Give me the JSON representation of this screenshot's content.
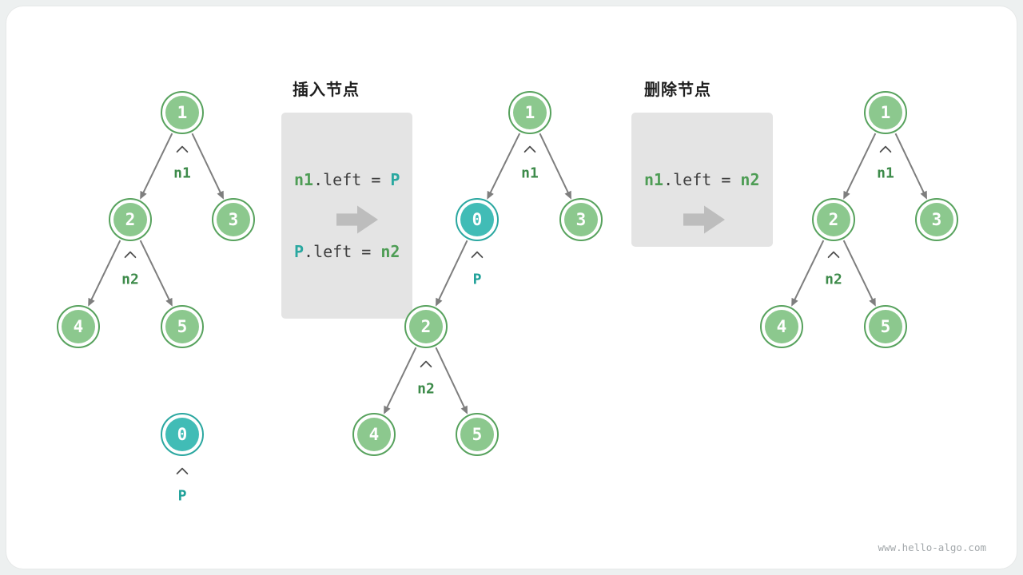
{
  "watermark": "www.hello-algo.com",
  "colors": {
    "node_green": "#8cc88e",
    "node_green_stroke": "#57a25d",
    "node_teal": "#41bcb6",
    "node_teal_stroke": "#2aa7a0",
    "label_green": "#3d8b4a",
    "label_teal": "#1fa199",
    "kw_green": "#4e9d55",
    "kw_teal": "#2aa8a0"
  },
  "insert_section": {
    "title": "插入节点",
    "code_line1": {
      "a": "n1",
      "b": ".left = ",
      "c": "P"
    },
    "code_line2": {
      "a": "P",
      "b": ".left = ",
      "c": "n2"
    }
  },
  "delete_section": {
    "title": "删除节点",
    "code_line1": {
      "a": "n1",
      "b": ".left = ",
      "c": "n2"
    }
  },
  "tree_before": {
    "nodes": [
      "1",
      "2",
      "3",
      "4",
      "5"
    ],
    "pointer_value": "0",
    "label_n1": "n1",
    "label_n2": "n2",
    "label_p": "P"
  },
  "tree_inserted": {
    "nodes": [
      "1",
      "0",
      "3",
      "2",
      "4",
      "5"
    ],
    "label_n1": "n1",
    "label_n2": "n2",
    "label_p": "P"
  },
  "tree_deleted": {
    "nodes": [
      "1",
      "2",
      "3",
      "4",
      "5"
    ],
    "label_n1": "n1",
    "label_n2": "n2"
  }
}
